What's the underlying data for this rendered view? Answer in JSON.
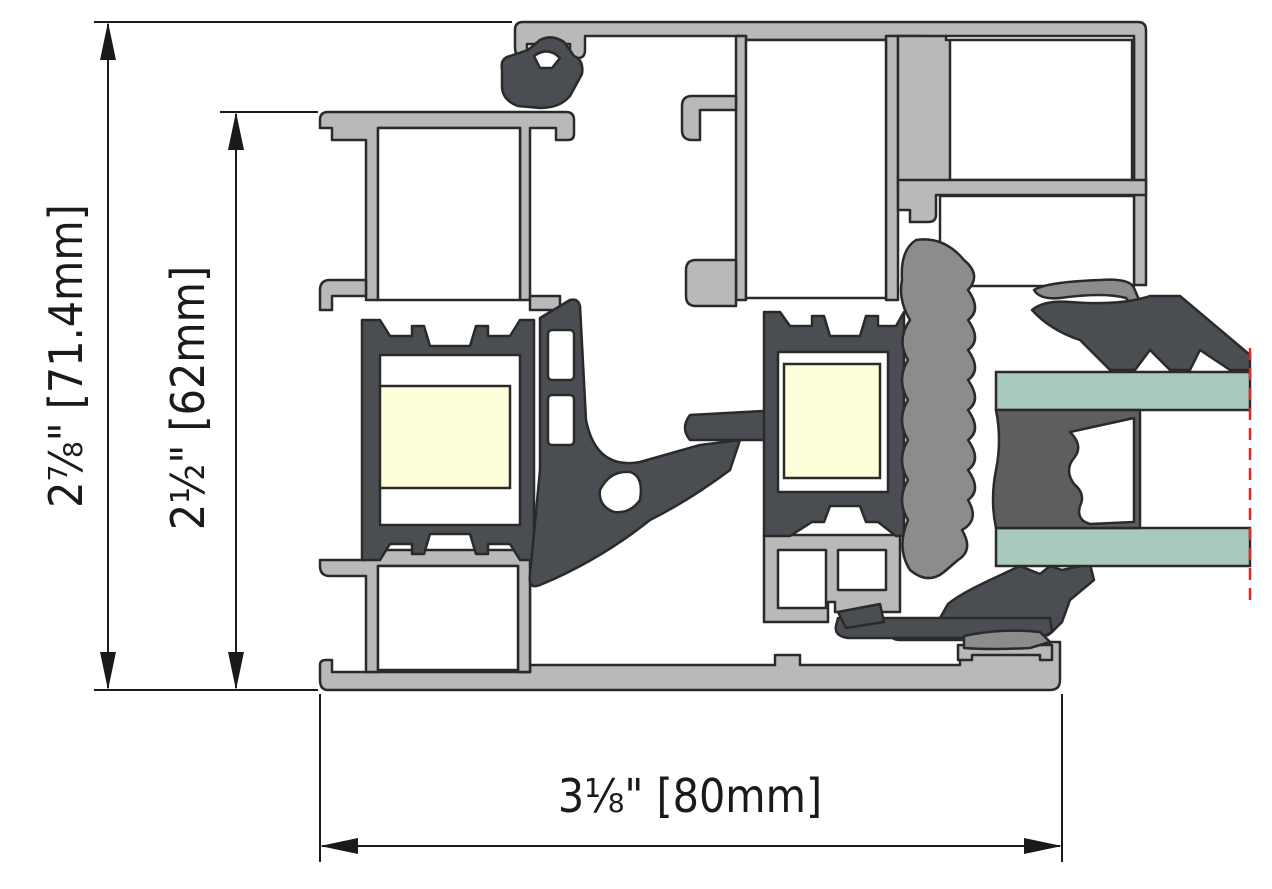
{
  "dimensions": {
    "overall_height_label": "2⅞\" [71.4mm]",
    "sash_height_label": "2½\" [62mm]",
    "width_label": "3⅛\" [80mm]"
  },
  "colors": {
    "aluminum": "#b9b9b9",
    "gasket": "#4a4d52",
    "thermal_break_foam": "#fefed9",
    "glass": "#a9c9bd",
    "center_line": "#e0281f"
  }
}
